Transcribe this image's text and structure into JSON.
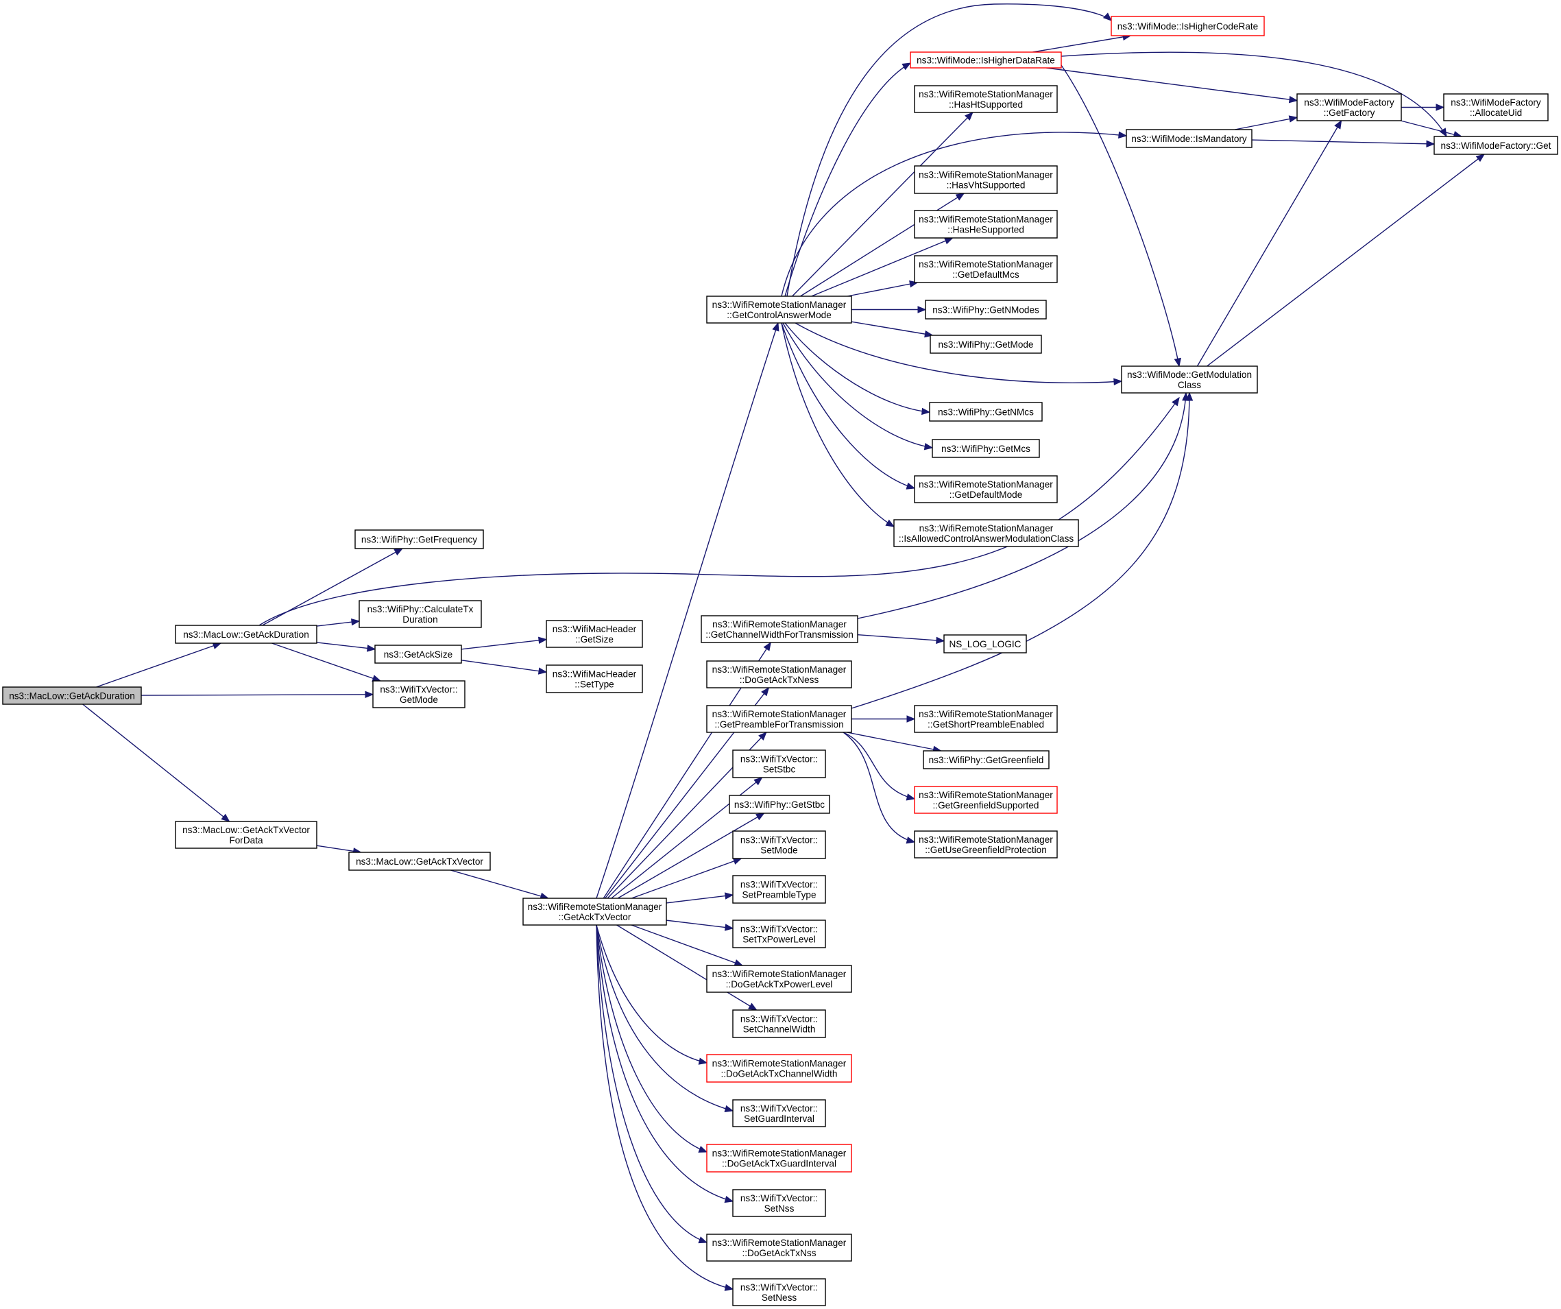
{
  "colors": {
    "edge": "#191970",
    "node_border": "#000000",
    "node_border_truncated": "#ff0000",
    "root_fill": "#bfbfbf",
    "node_fill": "#ffffff"
  },
  "nodes": [
    {
      "id": "root",
      "lines": [
        "ns3::MacLow::GetAckDuration"
      ],
      "style": "root"
    },
    {
      "id": "macGetAckDuration",
      "lines": [
        "ns3::MacLow::GetAckDuration"
      ],
      "style": "normal"
    },
    {
      "id": "macGetAckTxVectorForData",
      "lines": [
        "ns3::MacLow::GetAckTxVector",
        "ForData"
      ],
      "style": "normal"
    },
    {
      "id": "phyGetFrequency",
      "lines": [
        "ns3::WifiPhy::GetFrequency"
      ],
      "style": "normal"
    },
    {
      "id": "phyCalculateTxDuration",
      "lines": [
        "ns3::WifiPhy::CalculateTx",
        "Duration"
      ],
      "style": "normal"
    },
    {
      "id": "getAckSize",
      "lines": [
        "ns3::GetAckSize"
      ],
      "style": "normal"
    },
    {
      "id": "txvGetMode",
      "lines": [
        "ns3::WifiTxVector::",
        "GetMode"
      ],
      "style": "normal"
    },
    {
      "id": "macHdrGetSize",
      "lines": [
        "ns3::WifiMacHeader",
        "::GetSize"
      ],
      "style": "normal"
    },
    {
      "id": "macHdrSetType",
      "lines": [
        "ns3::WifiMacHeader",
        "::SetType"
      ],
      "style": "normal"
    },
    {
      "id": "macGetAckTxVector",
      "lines": [
        "ns3::MacLow::GetAckTxVector"
      ],
      "style": "normal"
    },
    {
      "id": "rsmGetAckTxVector",
      "lines": [
        "ns3::WifiRemoteStationManager",
        "::GetAckTxVector"
      ],
      "style": "normal"
    },
    {
      "id": "rsmGetControlAnswerMode",
      "lines": [
        "ns3::WifiRemoteStationManager",
        "::GetControlAnswerMode"
      ],
      "style": "normal"
    },
    {
      "id": "rsmGetChannelWidthForTransmission",
      "lines": [
        "ns3::WifiRemoteStationManager",
        "::GetChannelWidthForTransmission"
      ],
      "style": "normal"
    },
    {
      "id": "rsmDoGetAckTxNess",
      "lines": [
        "ns3::WifiRemoteStationManager",
        "::DoGetAckTxNess"
      ],
      "style": "normal"
    },
    {
      "id": "rsmGetPreambleForTransmission",
      "lines": [
        "ns3::WifiRemoteStationManager",
        "::GetPreambleForTransmission"
      ],
      "style": "normal"
    },
    {
      "id": "txvSetStbc",
      "lines": [
        "ns3::WifiTxVector::",
        "SetStbc"
      ],
      "style": "normal"
    },
    {
      "id": "phyGetStbc",
      "lines": [
        "ns3::WifiPhy::GetStbc"
      ],
      "style": "normal"
    },
    {
      "id": "txvSetMode",
      "lines": [
        "ns3::WifiTxVector::",
        "SetMode"
      ],
      "style": "normal"
    },
    {
      "id": "txvSetPreambleType",
      "lines": [
        "ns3::WifiTxVector::",
        "SetPreambleType"
      ],
      "style": "normal"
    },
    {
      "id": "txvSetTxPowerLevel",
      "lines": [
        "ns3::WifiTxVector::",
        "SetTxPowerLevel"
      ],
      "style": "normal"
    },
    {
      "id": "rsmDoGetAckTxPowerLevel",
      "lines": [
        "ns3::WifiRemoteStationManager",
        "::DoGetAckTxPowerLevel"
      ],
      "style": "normal"
    },
    {
      "id": "txvSetChannelWidth",
      "lines": [
        "ns3::WifiTxVector::",
        "SetChannelWidth"
      ],
      "style": "normal"
    },
    {
      "id": "rsmDoGetAckTxChannelWidth",
      "lines": [
        "ns3::WifiRemoteStationManager",
        "::DoGetAckTxChannelWidth"
      ],
      "style": "truncated"
    },
    {
      "id": "txvSetGuardInterval",
      "lines": [
        "ns3::WifiTxVector::",
        "SetGuardInterval"
      ],
      "style": "normal"
    },
    {
      "id": "rsmDoGetAckTxGuardInterval",
      "lines": [
        "ns3::WifiRemoteStationManager",
        "::DoGetAckTxGuardInterval"
      ],
      "style": "truncated"
    },
    {
      "id": "txvSetNss",
      "lines": [
        "ns3::WifiTxVector::",
        "SetNss"
      ],
      "style": "normal"
    },
    {
      "id": "rsmDoGetAckTxNss",
      "lines": [
        "ns3::WifiRemoteStationManager",
        "::DoGetAckTxNss"
      ],
      "style": "normal"
    },
    {
      "id": "txvSetNess",
      "lines": [
        "ns3::WifiTxVector::",
        "SetNess"
      ],
      "style": "normal"
    },
    {
      "id": "modeIsHigherCodeRate",
      "lines": [
        "ns3::WifiMode::IsHigherCodeRate"
      ],
      "style": "truncated"
    },
    {
      "id": "modeIsHigherDataRate",
      "lines": [
        "ns3::WifiMode::IsHigherDataRate"
      ],
      "style": "truncated"
    },
    {
      "id": "rsmHasHtSupported",
      "lines": [
        "ns3::WifiRemoteStationManager",
        "::HasHtSupported"
      ],
      "style": "normal"
    },
    {
      "id": "modeIsMandatory",
      "lines": [
        "ns3::WifiMode::IsMandatory"
      ],
      "style": "normal"
    },
    {
      "id": "rsmHasVhtSupported",
      "lines": [
        "ns3::WifiRemoteStationManager",
        "::HasVhtSupported"
      ],
      "style": "normal"
    },
    {
      "id": "rsmHasHeSupported",
      "lines": [
        "ns3::WifiRemoteStationManager",
        "::HasHeSupported"
      ],
      "style": "normal"
    },
    {
      "id": "rsmGetDefaultMcs",
      "lines": [
        "ns3::WifiRemoteStationManager",
        "::GetDefaultMcs"
      ],
      "style": "normal"
    },
    {
      "id": "phyGetNModes",
      "lines": [
        "ns3::WifiPhy::GetNModes"
      ],
      "style": "normal"
    },
    {
      "id": "phyGetMode",
      "lines": [
        "ns3::WifiPhy::GetMode"
      ],
      "style": "normal"
    },
    {
      "id": "modeGetModulationClass",
      "lines": [
        "ns3::WifiMode::GetModulation",
        "Class"
      ],
      "style": "normal"
    },
    {
      "id": "phyGetNMcs",
      "lines": [
        "ns3::WifiPhy::GetNMcs"
      ],
      "style": "normal"
    },
    {
      "id": "phyGetMcs",
      "lines": [
        "ns3::WifiPhy::GetMcs"
      ],
      "style": "normal"
    },
    {
      "id": "rsmGetDefaultMode",
      "lines": [
        "ns3::WifiRemoteStationManager",
        "::GetDefaultMode"
      ],
      "style": "normal"
    },
    {
      "id": "rsmIsAllowedControlAnswerModulationClass",
      "lines": [
        "ns3::WifiRemoteStationManager",
        "::IsAllowedControlAnswerModulationClass"
      ],
      "style": "normal"
    },
    {
      "id": "factoryGetFactory",
      "lines": [
        "ns3::WifiModeFactory",
        "::GetFactory"
      ],
      "style": "normal"
    },
    {
      "id": "factoryAllocateUid",
      "lines": [
        "ns3::WifiModeFactory",
        "::AllocateUid"
      ],
      "style": "normal"
    },
    {
      "id": "factoryGet",
      "lines": [
        "ns3::WifiModeFactory::Get"
      ],
      "style": "normal"
    },
    {
      "id": "nsLogLogic",
      "lines": [
        "NS_LOG_LOGIC"
      ],
      "style": "normal"
    },
    {
      "id": "rsmGetShortPreambleEnabled",
      "lines": [
        "ns3::WifiRemoteStationManager",
        "::GetShortPreambleEnabled"
      ],
      "style": "normal"
    },
    {
      "id": "phyGetGreenfield",
      "lines": [
        "ns3::WifiPhy::GetGreenfield"
      ],
      "style": "normal"
    },
    {
      "id": "rsmGetGreenfieldSupported",
      "lines": [
        "ns3::WifiRemoteStationManager",
        "::GetGreenfieldSupported"
      ],
      "style": "truncated"
    },
    {
      "id": "rsmGetUseGreenfieldProtection",
      "lines": [
        "ns3::WifiRemoteStationManager",
        "::GetUseGreenfieldProtection"
      ],
      "style": "normal"
    }
  ],
  "edges": [
    {
      "from": "root",
      "to": "macGetAckDuration"
    },
    {
      "from": "root",
      "to": "txvGetMode"
    },
    {
      "from": "root",
      "to": "macGetAckTxVectorForData"
    },
    {
      "from": "macGetAckDuration",
      "to": "phyGetFrequency"
    },
    {
      "from": "macGetAckDuration",
      "to": "modeGetModulationClass"
    },
    {
      "from": "macGetAckDuration",
      "to": "phyCalculateTxDuration"
    },
    {
      "from": "macGetAckDuration",
      "to": "getAckSize"
    },
    {
      "from": "macGetAckDuration",
      "to": "txvGetMode"
    },
    {
      "from": "getAckSize",
      "to": "macHdrGetSize"
    },
    {
      "from": "getAckSize",
      "to": "macHdrSetType"
    },
    {
      "from": "macGetAckTxVectorForData",
      "to": "macGetAckTxVector"
    },
    {
      "from": "macGetAckTxVector",
      "to": "rsmGetAckTxVector"
    },
    {
      "from": "rsmGetAckTxVector",
      "to": "rsmGetControlAnswerMode"
    },
    {
      "from": "rsmGetAckTxVector",
      "to": "rsmGetChannelWidthForTransmission"
    },
    {
      "from": "rsmGetAckTxVector",
      "to": "rsmDoGetAckTxNess"
    },
    {
      "from": "rsmGetAckTxVector",
      "to": "rsmGetPreambleForTransmission"
    },
    {
      "from": "rsmGetAckTxVector",
      "to": "txvSetStbc"
    },
    {
      "from": "rsmGetAckTxVector",
      "to": "phyGetStbc"
    },
    {
      "from": "rsmGetAckTxVector",
      "to": "txvSetMode"
    },
    {
      "from": "rsmGetAckTxVector",
      "to": "txvSetPreambleType"
    },
    {
      "from": "rsmGetAckTxVector",
      "to": "txvSetTxPowerLevel"
    },
    {
      "from": "rsmGetAckTxVector",
      "to": "rsmDoGetAckTxPowerLevel"
    },
    {
      "from": "rsmGetAckTxVector",
      "to": "txvSetChannelWidth"
    },
    {
      "from": "rsmGetAckTxVector",
      "to": "rsmDoGetAckTxChannelWidth"
    },
    {
      "from": "rsmGetAckTxVector",
      "to": "txvSetGuardInterval"
    },
    {
      "from": "rsmGetAckTxVector",
      "to": "rsmDoGetAckTxGuardInterval"
    },
    {
      "from": "rsmGetAckTxVector",
      "to": "txvSetNss"
    },
    {
      "from": "rsmGetAckTxVector",
      "to": "rsmDoGetAckTxNss"
    },
    {
      "from": "rsmGetAckTxVector",
      "to": "txvSetNess"
    },
    {
      "from": "rsmGetControlAnswerMode",
      "to": "modeIsHigherCodeRate"
    },
    {
      "from": "rsmGetControlAnswerMode",
      "to": "modeIsHigherDataRate"
    },
    {
      "from": "rsmGetControlAnswerMode",
      "to": "rsmHasHtSupported"
    },
    {
      "from": "rsmGetControlAnswerMode",
      "to": "modeIsMandatory"
    },
    {
      "from": "rsmGetControlAnswerMode",
      "to": "rsmHasVhtSupported"
    },
    {
      "from": "rsmGetControlAnswerMode",
      "to": "rsmHasHeSupported"
    },
    {
      "from": "rsmGetControlAnswerMode",
      "to": "rsmGetDefaultMcs"
    },
    {
      "from": "rsmGetControlAnswerMode",
      "to": "phyGetNModes"
    },
    {
      "from": "rsmGetControlAnswerMode",
      "to": "phyGetMode"
    },
    {
      "from": "rsmGetControlAnswerMode",
      "to": "modeGetModulationClass"
    },
    {
      "from": "rsmGetControlAnswerMode",
      "to": "phyGetNMcs"
    },
    {
      "from": "rsmGetControlAnswerMode",
      "to": "phyGetMcs"
    },
    {
      "from": "rsmGetControlAnswerMode",
      "to": "rsmGetDefaultMode"
    },
    {
      "from": "rsmGetControlAnswerMode",
      "to": "rsmIsAllowedControlAnswerModulationClass"
    },
    {
      "from": "modeIsHigherDataRate",
      "to": "modeIsHigherCodeRate"
    },
    {
      "from": "modeIsHigherDataRate",
      "to": "factoryGetFactory"
    },
    {
      "from": "modeIsHigherDataRate",
      "to": "factoryGet"
    },
    {
      "from": "modeIsHigherDataRate",
      "to": "modeGetModulationClass"
    },
    {
      "from": "modeIsMandatory",
      "to": "factoryGetFactory"
    },
    {
      "from": "modeIsMandatory",
      "to": "factoryGet"
    },
    {
      "from": "factoryGetFactory",
      "to": "factoryAllocateUid"
    },
    {
      "from": "factoryGetFactory",
      "to": "factoryGet"
    },
    {
      "from": "modeGetModulationClass",
      "to": "factoryGetFactory"
    },
    {
      "from": "modeGetModulationClass",
      "to": "factoryGet"
    },
    {
      "from": "rsmGetChannelWidthForTransmission",
      "to": "modeGetModulationClass"
    },
    {
      "from": "rsmGetChannelWidthForTransmission",
      "to": "nsLogLogic"
    },
    {
      "from": "rsmGetPreambleForTransmission",
      "to": "modeGetModulationClass"
    },
    {
      "from": "rsmGetPreambleForTransmission",
      "to": "rsmGetShortPreambleEnabled"
    },
    {
      "from": "rsmGetPreambleForTransmission",
      "to": "phyGetGreenfield"
    },
    {
      "from": "rsmGetPreambleForTransmission",
      "to": "rsmGetGreenfieldSupported"
    },
    {
      "from": "rsmGetPreambleForTransmission",
      "to": "rsmGetUseGreenfieldProtection"
    }
  ]
}
